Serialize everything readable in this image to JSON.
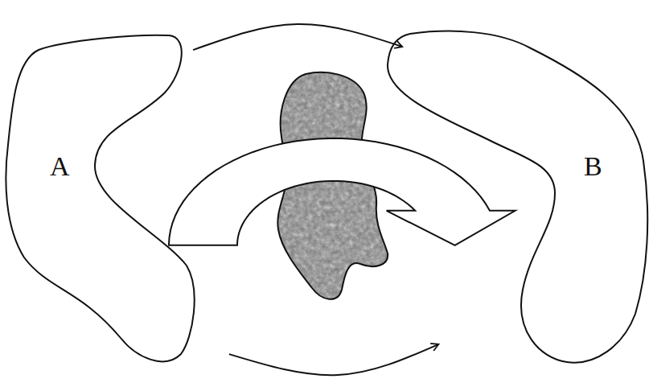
{
  "diagram": {
    "nodes": [
      {
        "text": [
          "A"
        ]
      },
      {
        "text": [
          "B"
        ]
      }
    ],
    "edges": [
      {
        "from": 0,
        "to": 1,
        "arrow": "to"
      },
      {
        "from": 0,
        "to": 1,
        "arrow": "to"
      },
      {
        "from": 0,
        "to": 1,
        "arrow": "to"
      }
    ]
  }
}
